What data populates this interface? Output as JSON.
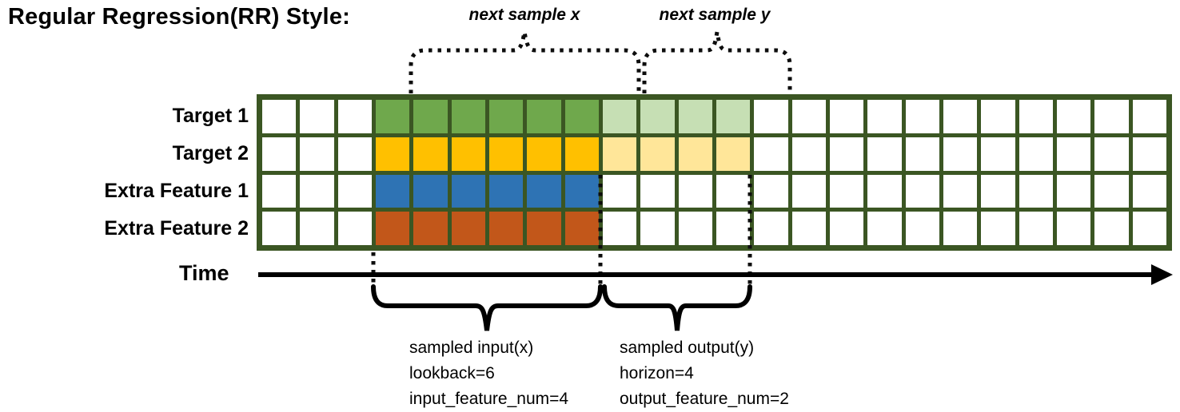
{
  "title": "Regular Regression(RR) Style:",
  "colors": {
    "grid_line": "#3B5623",
    "empty": "#FFFFFF",
    "input_green": "#6FA84C",
    "output_green": "#C6DFB4",
    "input_gold": "#FFC000",
    "output_gold": "#FFE699",
    "input_blue": "#2E73B4",
    "input_orange": "#C2571A",
    "annotation_black": "#000000"
  },
  "grid": {
    "columns": 24,
    "rows": [
      {
        "label": "Target 1",
        "segments": [
          {
            "count": 3,
            "fill": "empty"
          },
          {
            "count": 6,
            "fill": "input_green"
          },
          {
            "count": 4,
            "fill": "output_green"
          },
          {
            "count": 11,
            "fill": "empty"
          }
        ]
      },
      {
        "label": "Target 2",
        "segments": [
          {
            "count": 3,
            "fill": "empty"
          },
          {
            "count": 6,
            "fill": "input_gold"
          },
          {
            "count": 4,
            "fill": "output_gold"
          },
          {
            "count": 11,
            "fill": "empty"
          }
        ]
      },
      {
        "label": "Extra Feature 1",
        "segments": [
          {
            "count": 3,
            "fill": "empty"
          },
          {
            "count": 6,
            "fill": "input_blue"
          },
          {
            "count": 15,
            "fill": "empty"
          }
        ]
      },
      {
        "label": "Extra Feature 2",
        "segments": [
          {
            "count": 3,
            "fill": "empty"
          },
          {
            "count": 6,
            "fill": "input_orange"
          },
          {
            "count": 15,
            "fill": "empty"
          }
        ]
      }
    ]
  },
  "top_braces": [
    {
      "label": "next sample x"
    },
    {
      "label": "next sample y"
    }
  ],
  "time_axis": {
    "label": "Time"
  },
  "annotations": {
    "input": {
      "lines": [
        "sampled input(x)",
        "lookback=6",
        "input_feature_num=4"
      ]
    },
    "output": {
      "lines": [
        "sampled output(y)",
        "horizon=4",
        "output_feature_num=2"
      ]
    }
  },
  "sampling": {
    "lookback": 6,
    "horizon": 4,
    "input_feature_num": 4,
    "output_feature_num": 2
  }
}
